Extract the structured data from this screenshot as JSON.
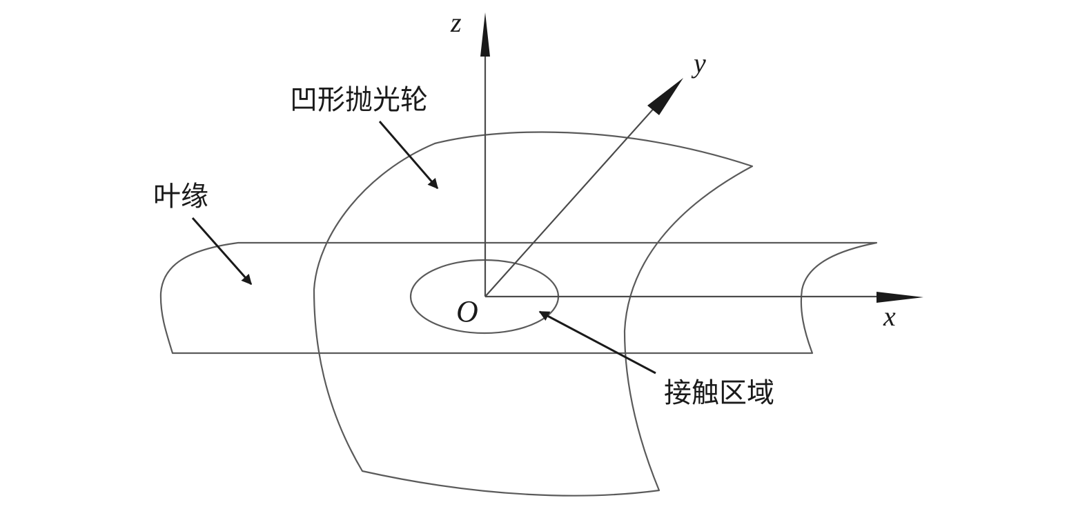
{
  "labels": {
    "wheel": "凹形抛光轮",
    "edge": "叶缘",
    "contact": "接触区域",
    "origin": "O"
  },
  "axes": {
    "x": "x",
    "y": "y",
    "z": "z"
  },
  "colors": {
    "outline": "#5a5a5a",
    "axis": "#4a4a4a",
    "ink": "#1a1a1a"
  }
}
